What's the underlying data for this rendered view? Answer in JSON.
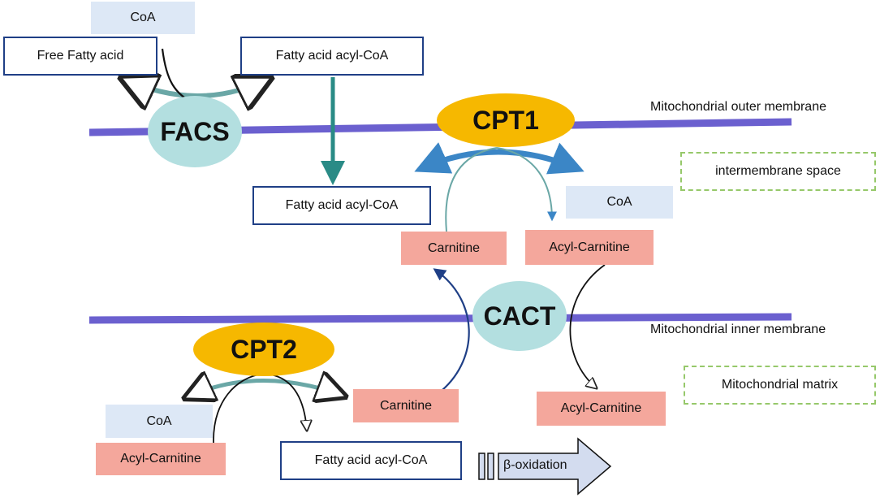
{
  "membranes": {
    "outer_label": "Mitochondrial outer membrane",
    "inner_label": "Mitochondrial inner membrane",
    "color": "#6b60cf"
  },
  "regions": {
    "intermembrane": "intermembrane space",
    "matrix": "Mitochondrial matrix"
  },
  "enzymes": {
    "facs": "FACS",
    "cpt1": "CPT1",
    "cact": "CACT",
    "cpt2": "CPT2"
  },
  "molecules": {
    "coa_top": "CoA",
    "free_fatty_acid": "Free Fatty acid",
    "acyl_coa_top": "Fatty acid acyl-CoA",
    "acyl_coa_mid": "Fatty acid acyl-CoA",
    "coa_mid": "CoA",
    "carnitine_upper": "Carnitine",
    "acyl_carnitine_upper": "Acyl-Carnitine",
    "carnitine_lower": "Carnitine",
    "acyl_carnitine_right": "Acyl-Carnitine",
    "coa_bottom": "CoA",
    "acyl_carnitine_bottom": "Acyl-Carnitine",
    "acyl_coa_bottom": "Fatty acid acyl-CoA"
  },
  "beta_oxidation": "β-oxidation",
  "colors": {
    "teal_arrow": "#2a8b86",
    "navy_arrow": "#1f3f86",
    "pink_box": "#f4a79c",
    "light_blue_box": "#dde8f6",
    "enzyme_gold": "#f6b800",
    "enzyme_teal": "#b3dfe0",
    "dashed_green": "#96c86a"
  }
}
